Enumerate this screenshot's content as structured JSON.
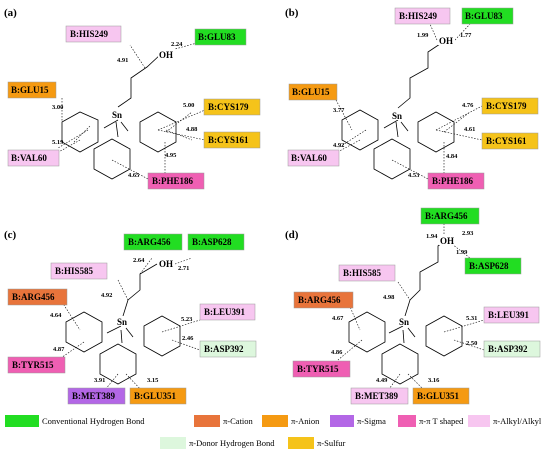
{
  "colors": {
    "hbond": "#22dd22",
    "cation": "#e8743b",
    "anion": "#f59a12",
    "sigma": "#b367e6",
    "pipi_t": "#ef5fb3",
    "alkyl": "#f7c6f0",
    "donor_hbond": "#ddf7dd",
    "sulfur": "#f5c31a"
  },
  "legend": [
    {
      "label": "Conventional Hydrogen Bond",
      "color_key": "hbond"
    },
    {
      "label": "π-Cation",
      "color_key": "cation"
    },
    {
      "label": "π-Anion",
      "color_key": "anion"
    },
    {
      "label": "π-Sigma",
      "color_key": "sigma"
    },
    {
      "label": "π-π T shaped",
      "color_key": "pipi_t"
    },
    {
      "label": "π-Alkyl/Alkyl",
      "color_key": "alkyl"
    },
    {
      "label": "π-Donor Hydrogen Bond",
      "color_key": "donor_hbond"
    },
    {
      "label": "π-Sulfur",
      "color_key": "sulfur"
    }
  ],
  "panels": [
    {
      "label": "(a)",
      "atoms": {
        "sn": "Sn",
        "oh": "OH"
      },
      "residues": [
        {
          "label": "B:HIS249",
          "color_key": "alkyl"
        },
        {
          "label": "B:GLU83",
          "color_key": "hbond"
        },
        {
          "label": "B:GLU15",
          "color_key": "anion"
        },
        {
          "label": "B:CYS179",
          "color_key": "sulfur"
        },
        {
          "label": "B:CYS161",
          "color_key": "sulfur"
        },
        {
          "label": "B:VAL60",
          "color_key": "alkyl"
        },
        {
          "label": "B:PHE186",
          "color_key": "pipi_t"
        }
      ],
      "distances": [
        "4.91",
        "2.24",
        "3.00",
        "5.00",
        "4.88",
        "5.19",
        "4.95",
        "4.65"
      ]
    },
    {
      "label": "(b)",
      "atoms": {
        "sn": "Sn",
        "oh": "OH"
      },
      "residues": [
        {
          "label": "B:HIS249",
          "color_key": "alkyl"
        },
        {
          "label": "B:GLU83",
          "color_key": "hbond"
        },
        {
          "label": "B:GLU15",
          "color_key": "anion"
        },
        {
          "label": "B:CYS179",
          "color_key": "sulfur"
        },
        {
          "label": "B:CYS161",
          "color_key": "sulfur"
        },
        {
          "label": "B:VAL60",
          "color_key": "alkyl"
        },
        {
          "label": "B:PHE186",
          "color_key": "pipi_t"
        }
      ],
      "distances": [
        "1.99",
        "1.77",
        "3.77",
        "4.76",
        "4.61",
        "4.92",
        "4.84",
        "4.53"
      ]
    },
    {
      "label": "(c)",
      "atoms": {
        "sn": "Sn",
        "oh": "OH"
      },
      "residues": [
        {
          "label": "B:ARG456",
          "color_key": "hbond"
        },
        {
          "label": "B:ASP628",
          "color_key": "hbond"
        },
        {
          "label": "B:HIS585",
          "color_key": "alkyl"
        },
        {
          "label": "B:ARG456",
          "color_key": "cation"
        },
        {
          "label": "B:LEU391",
          "color_key": "alkyl"
        },
        {
          "label": "B:ASP392",
          "color_key": "donor_hbond"
        },
        {
          "label": "B:TYR515",
          "color_key": "pipi_t"
        },
        {
          "label": "B:MET389",
          "color_key": "sigma"
        },
        {
          "label": "B:GLU351",
          "color_key": "anion"
        }
      ],
      "distances": [
        "2.64",
        "2.71",
        "4.92",
        "4.64",
        "5.23",
        "2.46",
        "4.87",
        "3.91",
        "3.15"
      ]
    },
    {
      "label": "(d)",
      "atoms": {
        "sn": "Sn",
        "oh": "OH"
      },
      "residues": [
        {
          "label": "B:ARG456",
          "color_key": "hbond"
        },
        {
          "label": "B:ASP628",
          "color_key": "hbond"
        },
        {
          "label": "B:HIS585",
          "color_key": "alkyl"
        },
        {
          "label": "B:ARG456",
          "color_key": "cation"
        },
        {
          "label": "B:LEU391",
          "color_key": "alkyl"
        },
        {
          "label": "B:ASP392",
          "color_key": "donor_hbond"
        },
        {
          "label": "B:TYR515",
          "color_key": "pipi_t"
        },
        {
          "label": "B:MET389",
          "color_key": "alkyl"
        },
        {
          "label": "B:GLU351",
          "color_key": "anion"
        }
      ],
      "distances": [
        "1.94",
        "2.93",
        "1.99",
        "4.98",
        "4.67",
        "5.31",
        "2.50",
        "4.86",
        "4.49",
        "3.16"
      ]
    }
  ]
}
